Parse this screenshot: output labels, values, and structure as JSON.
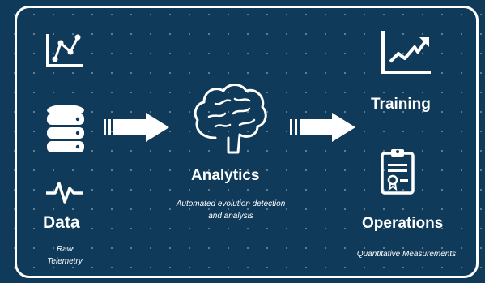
{
  "colors": {
    "background": "#0f3a5a",
    "foreground": "#ffffff"
  },
  "data": {
    "title": "Data",
    "subtitle_line1": "Raw",
    "subtitle_line2": "Telemetry"
  },
  "analytics": {
    "title": "Analytics",
    "subtitle_line1": "Automated evolution detection",
    "subtitle_line2": "and analysis"
  },
  "training": {
    "title": "Training"
  },
  "operations": {
    "title": "Operations",
    "subtitle": "Quantitative Measurements"
  },
  "icons": [
    "line-chart-icon",
    "database-icon",
    "heartbeat-icon",
    "brain-icon",
    "trend-up-chart-icon",
    "clipboard-certificate-icon",
    "arrow-right-icon"
  ]
}
